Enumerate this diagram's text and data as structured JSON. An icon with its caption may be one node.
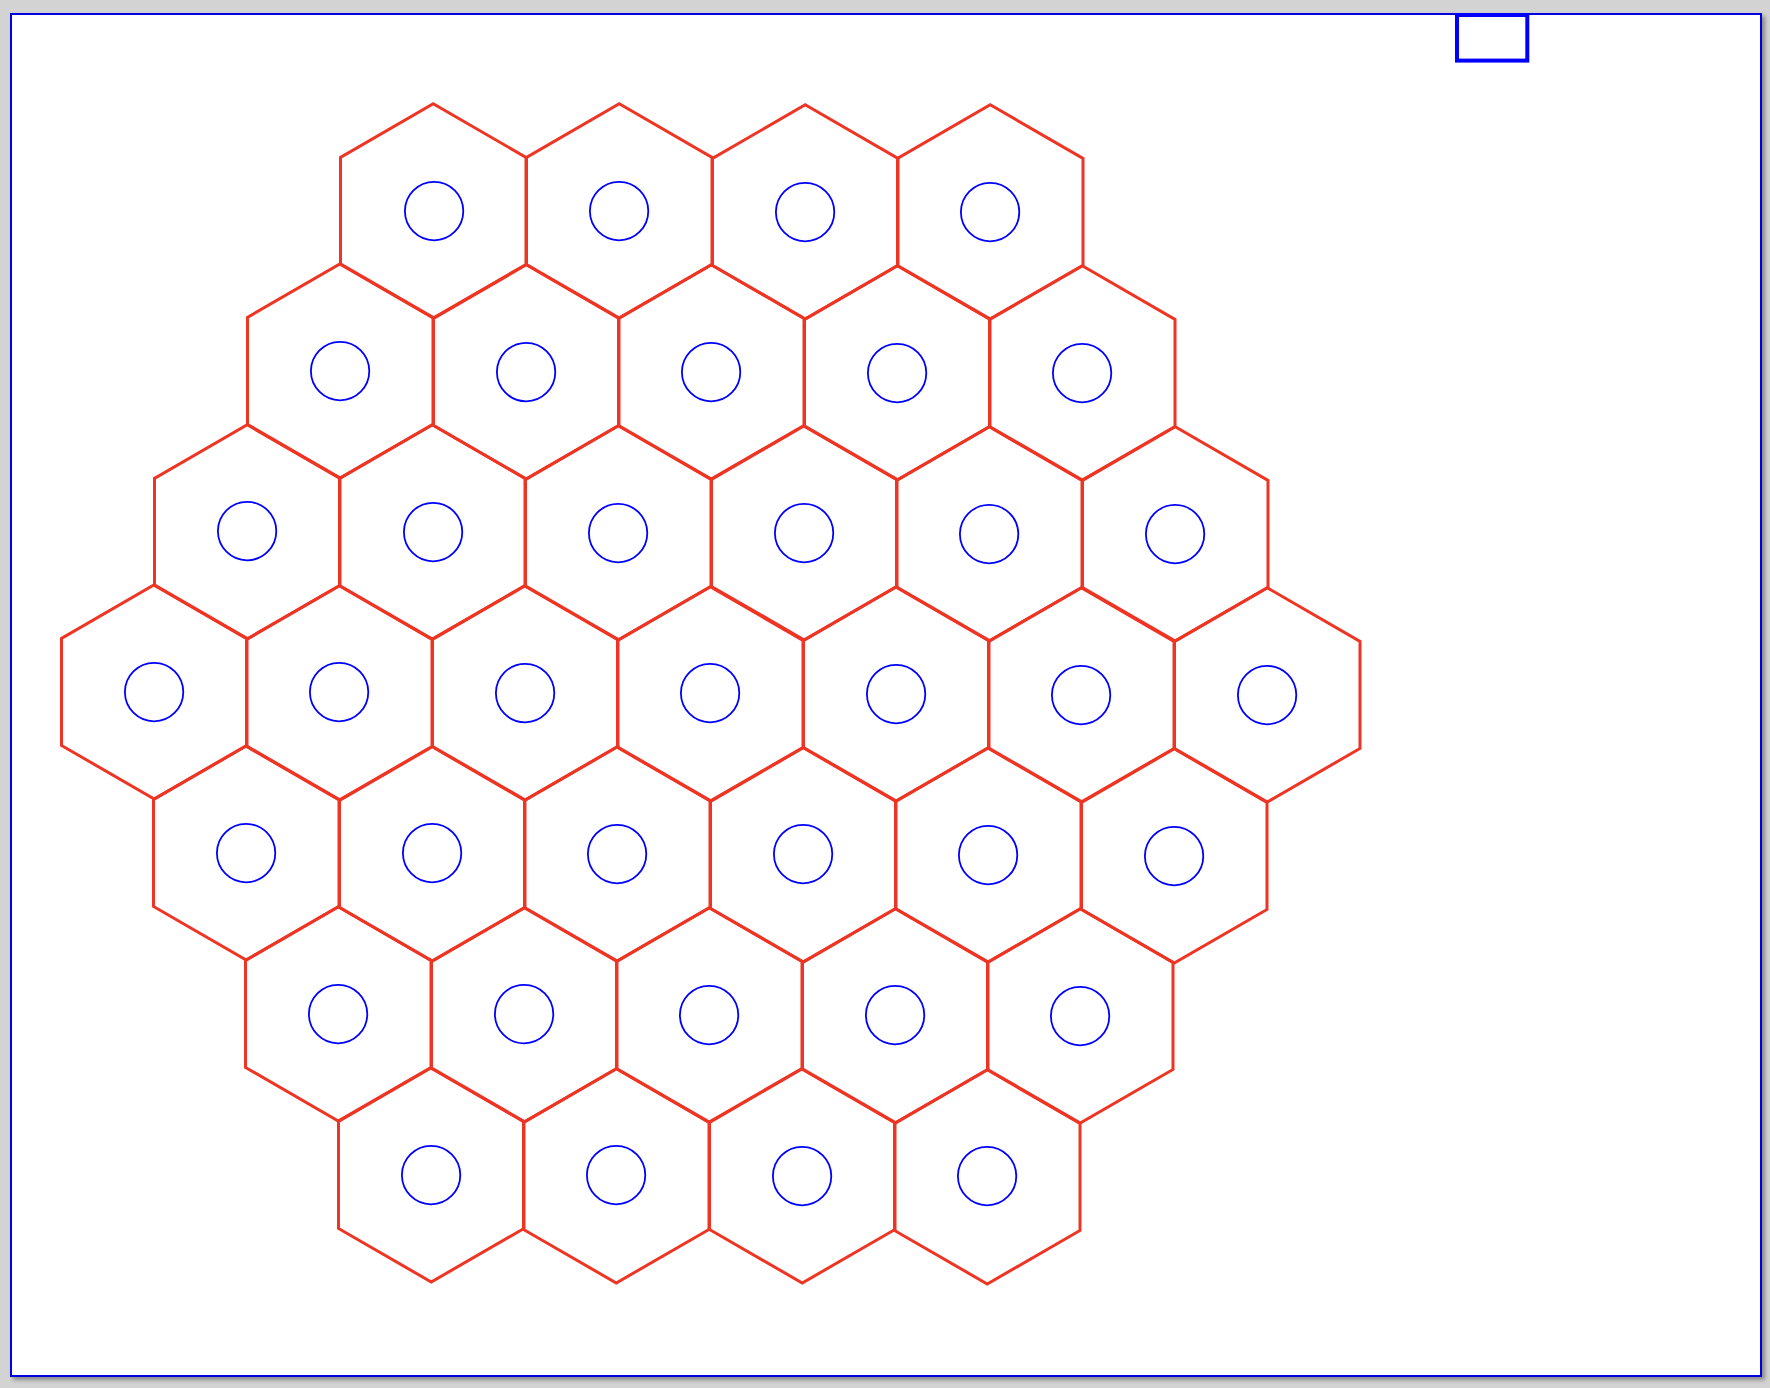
{
  "diagram": {
    "nodes": [
      {
        "text": [],
        "shape": "box"
      },
      {
        "text": [],
        "shape": "hexagon"
      },
      {
        "text": [],
        "shape": "circle",
        "in": 1
      },
      {
        "text": [],
        "shape": "hexagon"
      },
      {
        "text": [],
        "shape": "circle",
        "in": 3
      },
      {
        "text": [],
        "shape": "hexagon"
      },
      {
        "text": [],
        "shape": "circle",
        "in": 5
      },
      {
        "text": [],
        "shape": "hexagon"
      },
      {
        "text": [],
        "shape": "circle",
        "in": 7
      },
      {
        "text": [],
        "shape": "hexagon"
      },
      {
        "text": [],
        "shape": "circle",
        "in": 9
      },
      {
        "text": [],
        "shape": "hexagon"
      },
      {
        "text": [],
        "shape": "circle",
        "in": 11
      },
      {
        "text": [],
        "shape": "hexagon"
      },
      {
        "text": [],
        "shape": "circle",
        "in": 13
      },
      {
        "text": [],
        "shape": "hexagon"
      },
      {
        "text": [],
        "shape": "circle",
        "in": 15
      },
      {
        "text": [],
        "shape": "hexagon"
      },
      {
        "text": [],
        "shape": "circle",
        "in": 17
      },
      {
        "text": [],
        "shape": "hexagon"
      },
      {
        "text": [],
        "shape": "circle",
        "in": 19
      },
      {
        "text": [],
        "shape": "hexagon"
      },
      {
        "text": [],
        "shape": "circle",
        "in": 21
      },
      {
        "text": [],
        "shape": "hexagon"
      },
      {
        "text": [],
        "shape": "circle",
        "in": 23
      },
      {
        "text": [],
        "shape": "hexagon"
      },
      {
        "text": [],
        "shape": "circle",
        "in": 25
      },
      {
        "text": [],
        "shape": "hexagon"
      },
      {
        "text": [],
        "shape": "circle",
        "in": 27
      },
      {
        "text": [],
        "shape": "hexagon"
      },
      {
        "text": [],
        "shape": "circle",
        "in": 29
      },
      {
        "text": [],
        "shape": "hexagon"
      },
      {
        "text": [],
        "shape": "circle",
        "in": 31
      },
      {
        "text": [],
        "shape": "hexagon"
      },
      {
        "text": [],
        "shape": "circle",
        "in": 33
      },
      {
        "text": [],
        "shape": "hexagon"
      },
      {
        "text": [],
        "shape": "circle",
        "in": 35
      },
      {
        "text": [],
        "shape": "hexagon"
      },
      {
        "text": [],
        "shape": "circle",
        "in": 37
      },
      {
        "text": [],
        "shape": "hexagon"
      },
      {
        "text": [],
        "shape": "circle",
        "in": 39
      },
      {
        "text": [],
        "shape": "hexagon"
      },
      {
        "text": [],
        "shape": "circle",
        "in": 41
      },
      {
        "text": [],
        "shape": "hexagon"
      },
      {
        "text": [],
        "shape": "circle",
        "in": 43
      },
      {
        "text": [],
        "shape": "hexagon"
      },
      {
        "text": [],
        "shape": "circle",
        "in": 45
      },
      {
        "text": [],
        "shape": "hexagon"
      },
      {
        "text": [],
        "shape": "circle",
        "in": 47
      },
      {
        "text": [],
        "shape": "hexagon"
      },
      {
        "text": [],
        "shape": "circle",
        "in": 49
      },
      {
        "text": [],
        "shape": "hexagon"
      },
      {
        "text": [],
        "shape": "circle",
        "in": 51
      },
      {
        "text": [],
        "shape": "hexagon"
      },
      {
        "text": [],
        "shape": "circle",
        "in": 53
      },
      {
        "text": [],
        "shape": "hexagon"
      },
      {
        "text": [],
        "shape": "circle",
        "in": 55
      },
      {
        "text": [],
        "shape": "hexagon"
      },
      {
        "text": [],
        "shape": "circle",
        "in": 57
      },
      {
        "text": [],
        "shape": "hexagon"
      },
      {
        "text": [],
        "shape": "circle",
        "in": 59
      },
      {
        "text": [],
        "shape": "hexagon"
      },
      {
        "text": [],
        "shape": "circle",
        "in": 61
      },
      {
        "text": [],
        "shape": "hexagon"
      },
      {
        "text": [],
        "shape": "circle",
        "in": 63
      },
      {
        "text": [],
        "shape": "hexagon"
      },
      {
        "text": [],
        "shape": "circle",
        "in": 65
      },
      {
        "text": [],
        "shape": "hexagon"
      },
      {
        "text": [],
        "shape": "circle",
        "in": 67
      },
      {
        "text": [],
        "shape": "hexagon"
      },
      {
        "text": [],
        "shape": "circle",
        "in": 69
      },
      {
        "text": [],
        "shape": "hexagon"
      },
      {
        "text": [],
        "shape": "circle",
        "in": 71
      },
      {
        "text": [],
        "shape": "hexagon"
      },
      {
        "text": [],
        "shape": "circle",
        "in": 73
      }
    ]
  }
}
